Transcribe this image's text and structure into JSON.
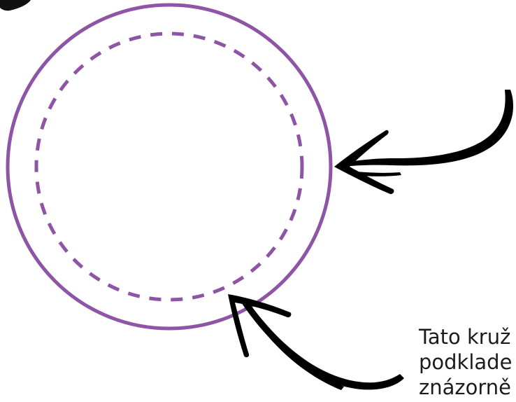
{
  "colors": {
    "circle_stroke": "#8e54a6",
    "arrow_fill": "#000000",
    "text": "#1c1c1c",
    "background": "#ffffff"
  },
  "caption": {
    "lines": [
      "Tato kruž",
      "podklade",
      "znázorně"
    ]
  },
  "icons": {
    "outer_circle": "solid-circle-outline",
    "inner_circle": "dashed-circle-outline",
    "arrow_right": "brush-arrow-left-pointing",
    "arrow_bottom": "brush-arrow-up-left-pointing"
  }
}
